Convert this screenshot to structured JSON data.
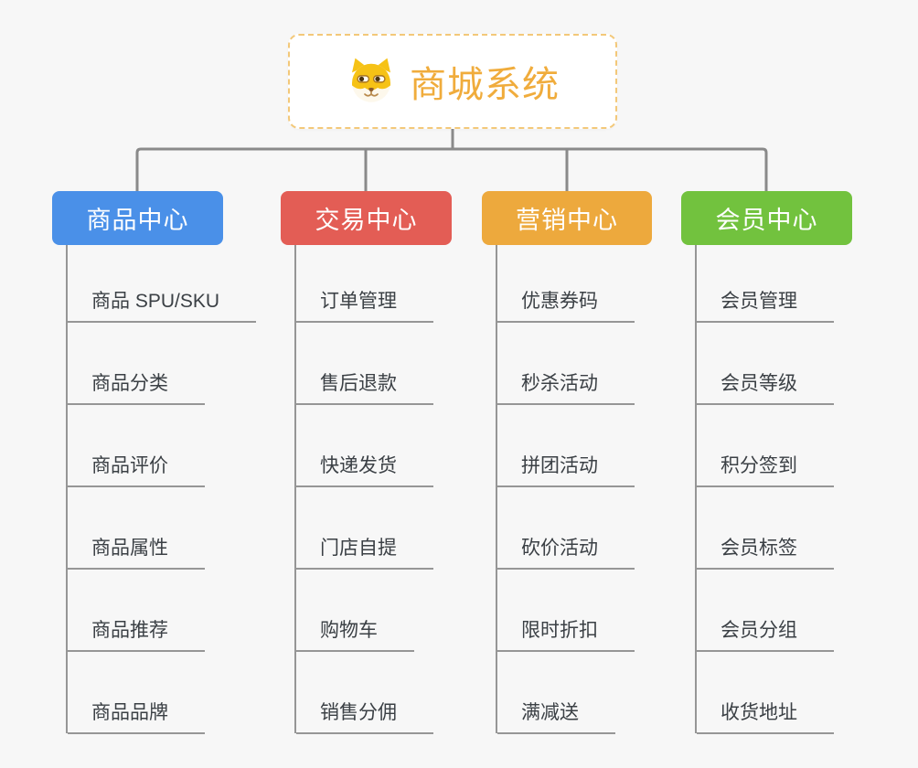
{
  "root": {
    "title": "商城系统",
    "icon": "dog-face-icon"
  },
  "branches": [
    {
      "label": "商品中心",
      "color": "#4A90E8",
      "items": [
        "商品 SPU/SKU",
        "商品分类",
        "商品评价",
        "商品属性",
        "商品推荐",
        "商品品牌"
      ]
    },
    {
      "label": "交易中心",
      "color": "#E35D55",
      "items": [
        "订单管理",
        "售后退款",
        "快递发货",
        "门店自提",
        "购物车",
        "销售分佣"
      ]
    },
    {
      "label": "营销中心",
      "color": "#EDA93D",
      "items": [
        "优惠券码",
        "秒杀活动",
        "拼团活动",
        "砍价活动",
        "限时折扣",
        "满减送"
      ]
    },
    {
      "label": "会员中心",
      "color": "#72C23E",
      "items": [
        "会员管理",
        "会员等级",
        "积分签到",
        "会员标签",
        "会员分组",
        "收货地址"
      ]
    }
  ],
  "colors": {
    "background": "#F7F7F7",
    "connector_line": "#8A8A8A",
    "branch_line": "#969696",
    "item_text": "#3B4045",
    "root_border": "#F3C879",
    "root_title": "#F0AC3C",
    "branch_text": "#FFFFFF"
  }
}
